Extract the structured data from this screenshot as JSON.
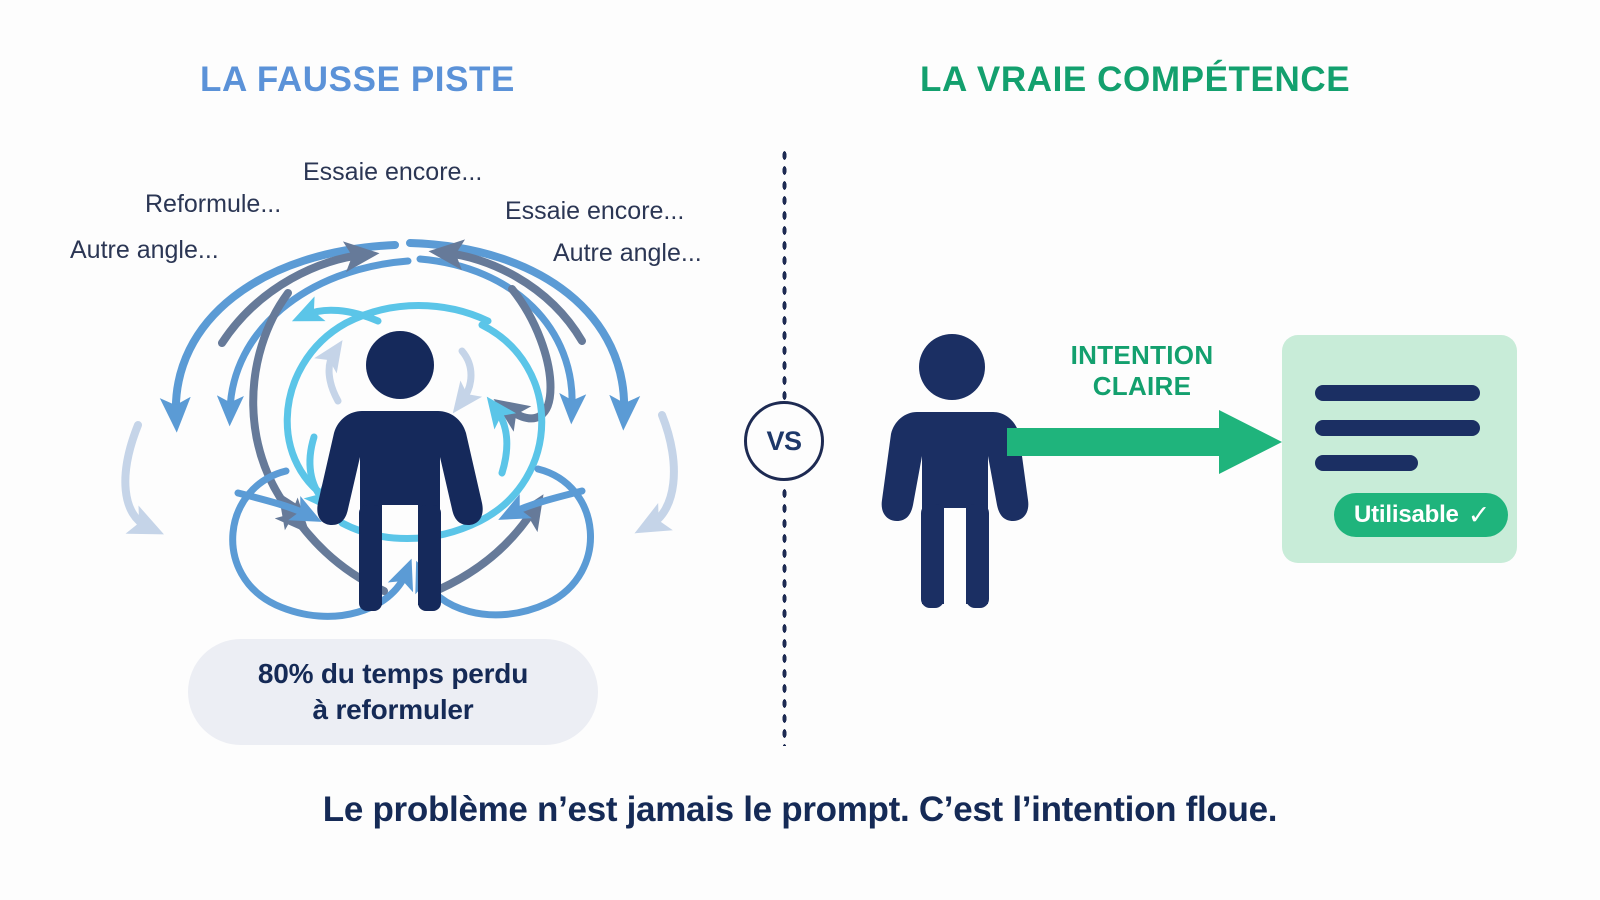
{
  "meta": {
    "background": "#fdfdfd",
    "navy": "#152a56",
    "blue": "#5b92d8",
    "green": "#13a06e",
    "mint": "#c8ecd8"
  },
  "columns": {
    "left_title": "LA FAUSSE PISTE",
    "right_title": "LA VRAIE COMPÉTENCE"
  },
  "divider": {
    "vs_label": "VS"
  },
  "chaos": {
    "labels": [
      "Essaie encore...",
      "Reformule...",
      "Autre angle...",
      "Essaie encore...",
      "Autre angle..."
    ],
    "stat": {
      "line1": "80% du temps perdu",
      "line2": "à reformuler"
    },
    "arrow_colors": [
      "#5b9bd5",
      "#667a99",
      "#5bc5e8",
      "#c5d4e8"
    ],
    "figure_color": "#15295b"
  },
  "clarity": {
    "intent_line1": "INTENTION",
    "intent_line2": "CLAIRE",
    "arrow_color": "#1fb47c",
    "figure_color": "#1b2f63",
    "card": {
      "background": "#c8ecd8",
      "lines": [
        165,
        165,
        103
      ],
      "badge_label": "Utilisable",
      "badge_check": "✓",
      "badge_color": "#1fb47c"
    }
  },
  "footer": {
    "caption": "Le problème n’est jamais le prompt. C’est l’intention floue."
  }
}
